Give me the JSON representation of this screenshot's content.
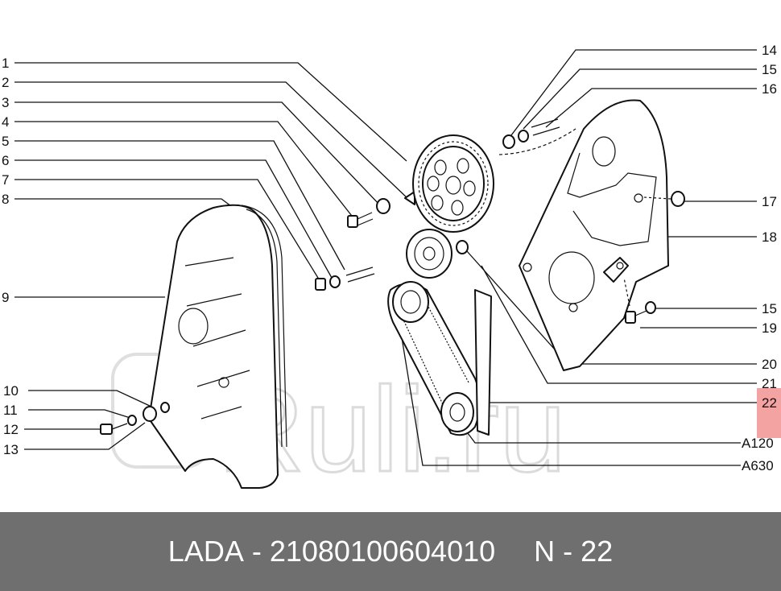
{
  "labels_left": [
    "1",
    "2",
    "3",
    "4",
    "5",
    "6",
    "7",
    "8",
    "9",
    "10",
    "11",
    "12",
    "13"
  ],
  "labels_right": [
    "14",
    "15",
    "16",
    "17",
    "18",
    "15",
    "19",
    "20",
    "21",
    "22",
    "A120",
    "A630"
  ],
  "highlight_label": "22",
  "highlight_color": "#f4a3a3",
  "watermark": "Ruli.ru",
  "footer": {
    "brand": "LADA",
    "separator": " - ",
    "part_number": "21080100604010",
    "ref_prefix": "N - ",
    "ref_number": "22"
  }
}
